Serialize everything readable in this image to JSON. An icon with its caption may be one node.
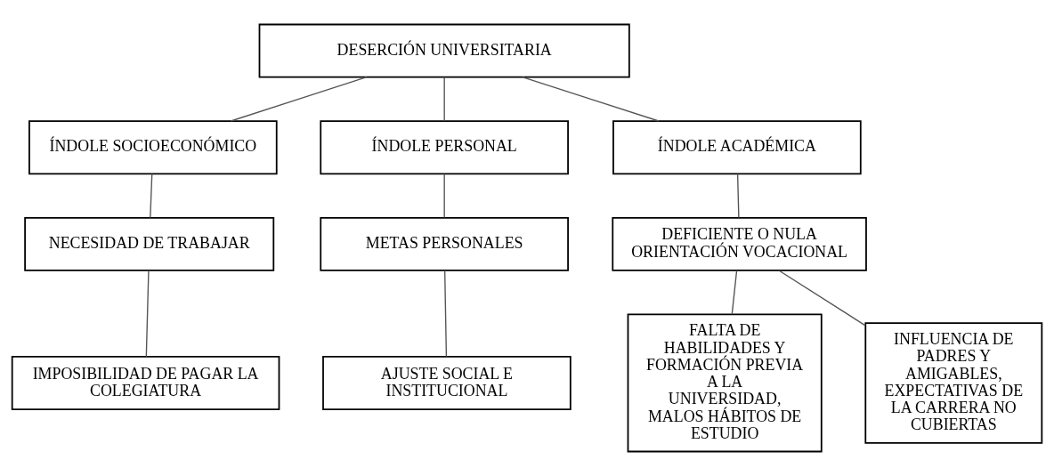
{
  "diagram": {
    "nodes": [
      {
        "text": [
          "DESERCIÓN UNIVERSITARIA"
        ]
      },
      {
        "text": [
          "ÍNDOLE SOCIOECONÓMICO"
        ]
      },
      {
        "text": [
          "ÍNDOLE PERSONAL"
        ]
      },
      {
        "text": [
          "ÍNDOLE ACADÉMICA"
        ]
      },
      {
        "text": [
          "NECESIDAD DE TRABAJAR"
        ]
      },
      {
        "text": [
          "METAS PERSONALES"
        ]
      },
      {
        "text": [
          "DEFICIENTE O NULA ORIENTACIÓN VOCACIONAL"
        ]
      },
      {
        "text": [
          "IMPOSIBILIDAD DE PAGAR LA COLEGIATURA"
        ]
      },
      {
        "text": [
          "AJUSTE SOCIAL E INSTITUCIONAL"
        ]
      },
      {
        "text": [
          "FALTA DE HABILIDADES Y FORMACIÓN PREVIA A LA UNIVERSIDAD, MALOS HÁBITOS DE ESTUDIO"
        ]
      },
      {
        "text": [
          "INFLUENCIA DE PADRES Y AMIGABLES, EXPECTATIVAS DE LA CARRERA NO CUBIERTAS"
        ]
      }
    ],
    "edges": [
      {
        "from": 0,
        "to": 1,
        "arrow": "none"
      },
      {
        "from": 0,
        "to": 2,
        "arrow": "none"
      },
      {
        "from": 0,
        "to": 3,
        "arrow": "none"
      },
      {
        "from": 1,
        "to": 4,
        "arrow": "none"
      },
      {
        "from": 2,
        "to": 5,
        "arrow": "none"
      },
      {
        "from": 3,
        "to": 6,
        "arrow": "none"
      },
      {
        "from": 4,
        "to": 7,
        "arrow": "none"
      },
      {
        "from": 5,
        "to": 8,
        "arrow": "none"
      },
      {
        "from": 6,
        "to": 9,
        "arrow": "none"
      },
      {
        "from": 6,
        "to": 10,
        "arrow": "none"
      }
    ]
  }
}
